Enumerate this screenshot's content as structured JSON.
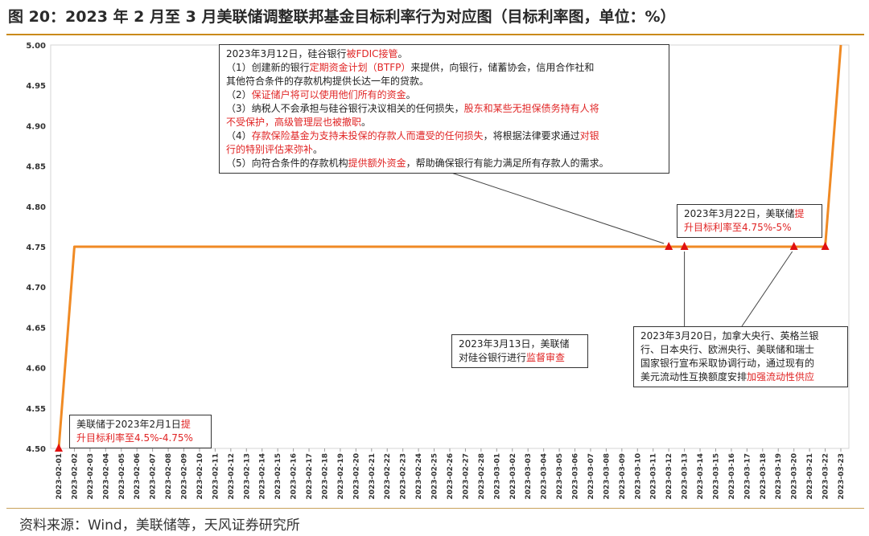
{
  "header": {
    "title": "图 20：2023 年 2 月至 3 月美联储调整联邦基金目标利率行为对应图（目标利率图，单位：%）"
  },
  "footer": {
    "source": "资料来源：Wind，美联储等，天风证券研究所"
  },
  "colors": {
    "line": "#f08a24",
    "marker": "#e01010",
    "accent_rule": "#c98a1a",
    "highlight": "#e02424"
  },
  "chart_data": {
    "type": "line",
    "title": "",
    "xlabel": "",
    "ylabel": "",
    "ylim": [
      4.5,
      5.0
    ],
    "yticks": [
      "4.50",
      "4.55",
      "4.60",
      "4.65",
      "4.70",
      "4.75",
      "4.80",
      "4.85",
      "4.90",
      "4.95",
      "5.00"
    ],
    "grid": false,
    "x": [
      "2023-02-01",
      "2023-02-02",
      "2023-02-03",
      "2023-02-04",
      "2023-02-05",
      "2023-02-06",
      "2023-02-07",
      "2023-02-08",
      "2023-02-09",
      "2023-02-10",
      "2023-02-11",
      "2023-02-12",
      "2023-02-13",
      "2023-02-14",
      "2023-02-15",
      "2023-02-16",
      "2023-02-17",
      "2023-02-18",
      "2023-02-19",
      "2023-02-20",
      "2023-02-21",
      "2023-02-22",
      "2023-02-23",
      "2023-02-24",
      "2023-02-25",
      "2023-02-26",
      "2023-02-27",
      "2023-02-28",
      "2023-03-01",
      "2023-03-02",
      "2023-03-03",
      "2023-03-04",
      "2023-03-05",
      "2023-03-06",
      "2023-03-07",
      "2023-03-08",
      "2023-03-09",
      "2023-03-10",
      "2023-03-11",
      "2023-03-12",
      "2023-03-13",
      "2023-03-14",
      "2023-03-15",
      "2023-03-16",
      "2023-03-17",
      "2023-03-18",
      "2023-03-19",
      "2023-03-20",
      "2023-03-21",
      "2023-03-22",
      "2023-03-23"
    ],
    "series": [
      {
        "values": [
          4.5,
          4.75,
          4.75,
          4.75,
          4.75,
          4.75,
          4.75,
          4.75,
          4.75,
          4.75,
          4.75,
          4.75,
          4.75,
          4.75,
          4.75,
          4.75,
          4.75,
          4.75,
          4.75,
          4.75,
          4.75,
          4.75,
          4.75,
          4.75,
          4.75,
          4.75,
          4.75,
          4.75,
          4.75,
          4.75,
          4.75,
          4.75,
          4.75,
          4.75,
          4.75,
          4.75,
          4.75,
          4.75,
          4.75,
          4.75,
          4.75,
          4.75,
          4.75,
          4.75,
          4.75,
          4.75,
          4.75,
          4.75,
          4.75,
          4.75,
          5.0
        ]
      }
    ],
    "markers": [
      {
        "x": "2023-02-01",
        "y": 4.5
      },
      {
        "x": "2023-03-12",
        "y": 4.75
      },
      {
        "x": "2023-03-13",
        "y": 4.75
      },
      {
        "x": "2023-03-20",
        "y": 4.75
      },
      {
        "x": "2023-03-22",
        "y": 4.75
      }
    ],
    "annotations": {
      "a1": {
        "lines": [
          [
            {
              "t": "2023年3月12日，硅谷银行"
            },
            {
              "t": "被FDIC接管",
              "h": 1
            },
            {
              "t": "。"
            }
          ],
          [
            {
              "t": "（1）创建新的银行"
            },
            {
              "t": "定期资金计划（BTFP）",
              "h": 1
            },
            {
              "t": "来提供，向银行，储蓄协会，信用合作社和"
            }
          ],
          [
            {
              "t": "其他符合条件的存款机构提供长达一年的贷款。"
            }
          ],
          [
            {
              "t": "（2）"
            },
            {
              "t": "保证储户将可以使用他们所有的资金",
              "h": 1
            },
            {
              "t": "。"
            }
          ],
          [
            {
              "t": "（3）纳税人不会承担与硅谷银行决议相关的任何损失，"
            },
            {
              "t": "股东和某些无担保债务持有人将",
              "h": 1
            }
          ],
          [
            {
              "t": "不受保护，高级管理层也被撤职",
              "h": 1
            },
            {
              "t": "。"
            }
          ],
          [
            {
              "t": "（4）"
            },
            {
              "t": "存款保险基金为支持未投保的存款人而遭受的任何损失",
              "h": 1
            },
            {
              "t": "，将根据法律要求通过"
            },
            {
              "t": "对银",
              "h": 1
            }
          ],
          [
            {
              "t": "行的特别评估来弥补",
              "h": 1
            },
            {
              "t": "。"
            }
          ],
          [
            {
              "t": "（5）向符合条件的存款机构"
            },
            {
              "t": "提供额外资金",
              "h": 1
            },
            {
              "t": "，帮助确保银行有能力满足所有存款人的需求。"
            }
          ]
        ]
      },
      "a2": {
        "lines": [
          [
            {
              "t": "2023年3月22日，美联储"
            },
            {
              "t": "提",
              "h": 1
            }
          ],
          [
            {
              "t": "升目标利率至4.75%-5%",
              "h": 1
            }
          ]
        ]
      },
      "a3": {
        "lines": [
          [
            {
              "t": "2023年3月13日，美联储"
            }
          ],
          [
            {
              "t": "对硅谷银行进行"
            },
            {
              "t": "监督审查",
              "h": 1
            }
          ]
        ]
      },
      "a4": {
        "lines": [
          [
            {
              "t": "2023年3月20日，加拿大央行、英格兰银"
            }
          ],
          [
            {
              "t": "行、日本央行、欧洲央行、美联储和瑞士"
            }
          ],
          [
            {
              "t": "国家银行宣布采取协调行动，通过现有的"
            }
          ],
          [
            {
              "t": "美元流动性互换额度安排"
            },
            {
              "t": "加强流动性供应",
              "h": 1
            }
          ]
        ]
      },
      "a5": {
        "lines": [
          [
            {
              "t": "美联储于2023年2月1日"
            },
            {
              "t": "提",
              "h": 1
            }
          ],
          [
            {
              "t": "升目标利率至4.5%-4.75%",
              "h": 1
            }
          ]
        ]
      }
    }
  }
}
